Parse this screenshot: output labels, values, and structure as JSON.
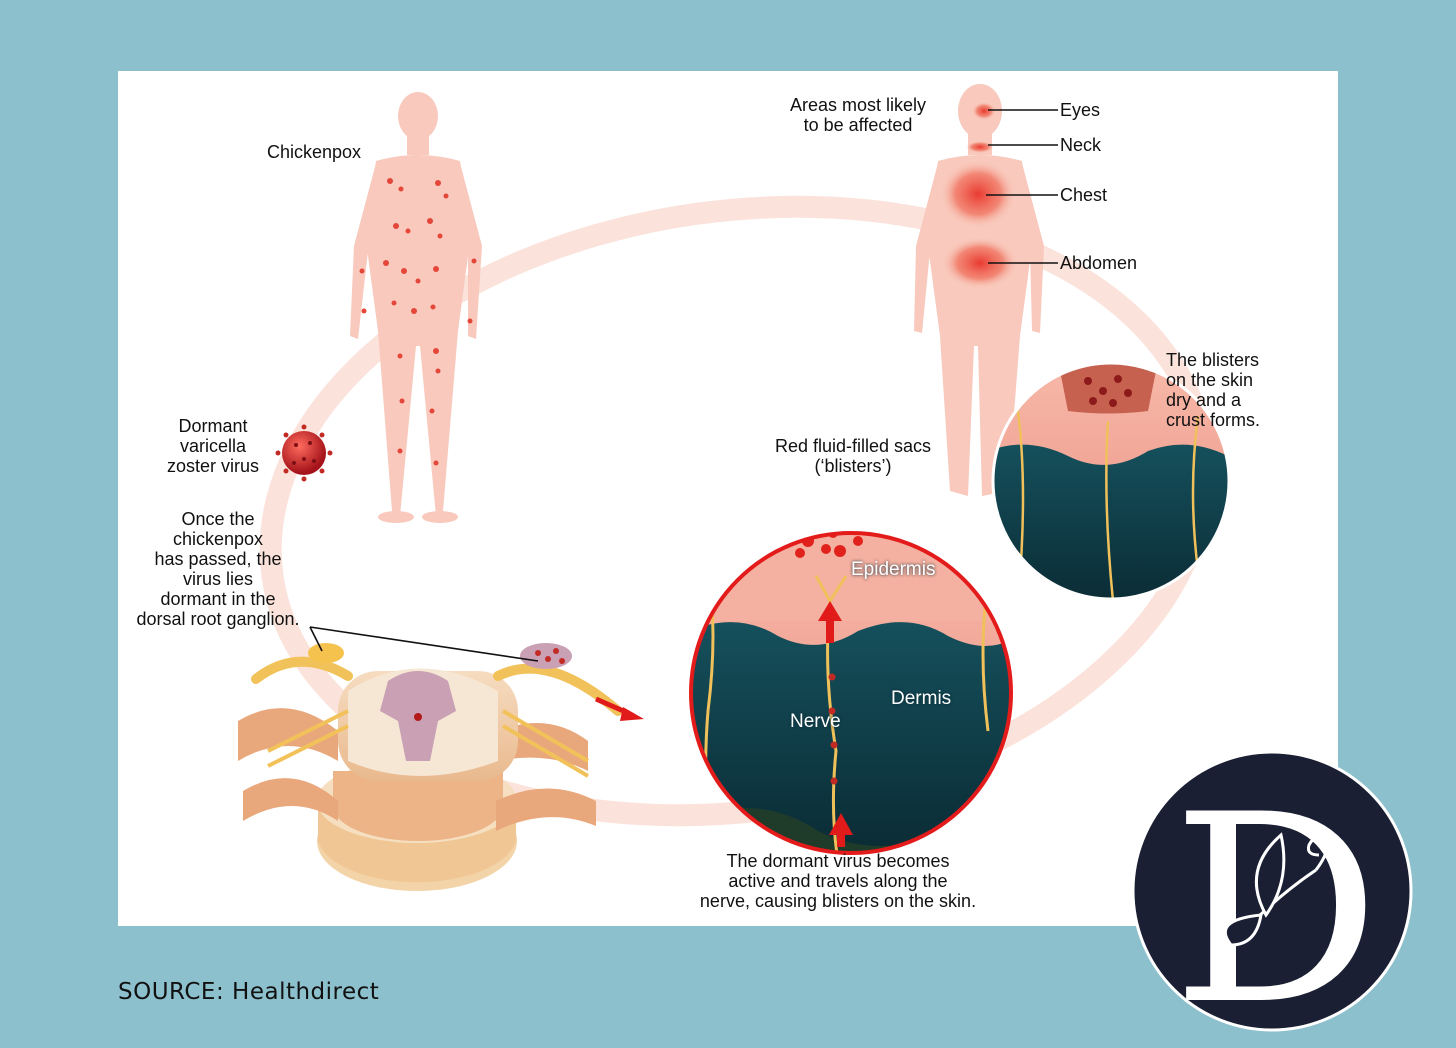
{
  "labels": {
    "chickenpox": "Chickenpox",
    "areas": "Areas most likely\nto be affected",
    "eyes": "Eyes",
    "neck": "Neck",
    "chest": "Chest",
    "abdomen": "Abdomen",
    "dormant_virus": "Dormant\nvaricella\nzoster virus",
    "once_passed": "Once the\nchickenpox\nhas passed, the\nvirus lies\ndormant in the\ndorsal root ganglion.",
    "red_sacs": "Red fluid-filled sacs\n(‘blisters’)",
    "blisters_dry": "The blisters\non the skin\ndry and a\ncrust forms.",
    "epidermis": "Epidermis",
    "dermis": "Dermis",
    "nerve": "Nerve",
    "dormant_active": "The dormant virus becomes\nactive and travels along the\nnerve, causing blisters on the skin."
  },
  "source": "SOURCE: Healthdirect",
  "logo": {
    "letter": "D"
  },
  "colors": {
    "background": "#8cc0cd",
    "panel": "#ffffff",
    "body_silhouette": "#f8c9bc",
    "affected_area": "#e8332a",
    "dermis": "#0f3a44",
    "logo_bg": "#1a1f33"
  }
}
